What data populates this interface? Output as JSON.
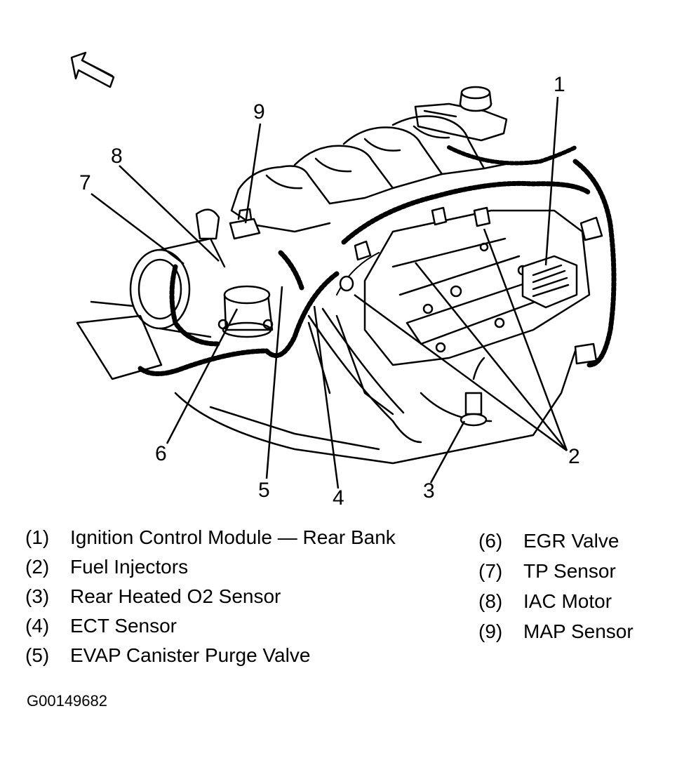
{
  "figure_id": "G00149682",
  "callouts": [
    {
      "num": "1"
    },
    {
      "num": "2"
    },
    {
      "num": "3"
    },
    {
      "num": "4"
    },
    {
      "num": "5"
    },
    {
      "num": "6"
    },
    {
      "num": "7"
    },
    {
      "num": "8"
    },
    {
      "num": "9"
    }
  ],
  "legend": {
    "left": [
      {
        "num": "(1)",
        "label": "Ignition Control Module — Rear Bank"
      },
      {
        "num": "(2)",
        "label": "Fuel Injectors"
      },
      {
        "num": "(3)",
        "label": "Rear Heated O2 Sensor"
      },
      {
        "num": "(4)",
        "label": "ECT Sensor"
      },
      {
        "num": "(5)",
        "label": "EVAP Canister Purge Valve"
      }
    ],
    "right": [
      {
        "num": "(6)",
        "label": "EGR Valve"
      },
      {
        "num": "(7)",
        "label": "TP Sensor"
      },
      {
        "num": "(8)",
        "label": "IAC Motor"
      },
      {
        "num": "(9)",
        "label": "MAP Sensor"
      }
    ]
  }
}
